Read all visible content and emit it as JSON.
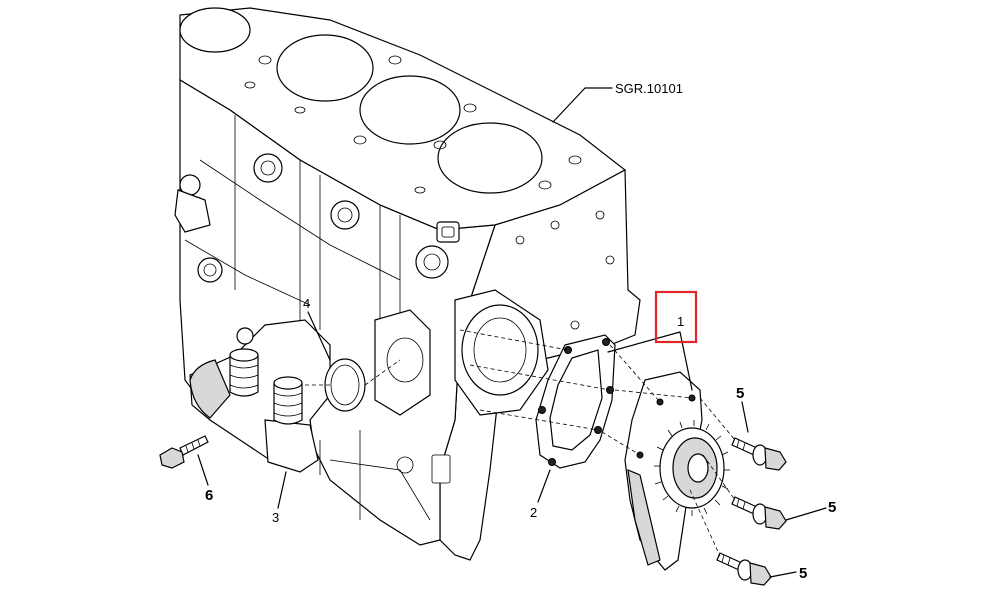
{
  "diagram": {
    "reference_code": "SGR.10101",
    "callouts": [
      {
        "id": "1",
        "text": "1",
        "highlighted": true
      },
      {
        "id": "2",
        "text": "2"
      },
      {
        "id": "3",
        "text": "3"
      },
      {
        "id": "4",
        "text": "4"
      },
      {
        "id": "5a",
        "text": "5"
      },
      {
        "id": "5b",
        "text": "5"
      },
      {
        "id": "5c",
        "text": "5"
      },
      {
        "id": "6",
        "text": "6"
      }
    ],
    "highlight_color": "#e0262b"
  }
}
